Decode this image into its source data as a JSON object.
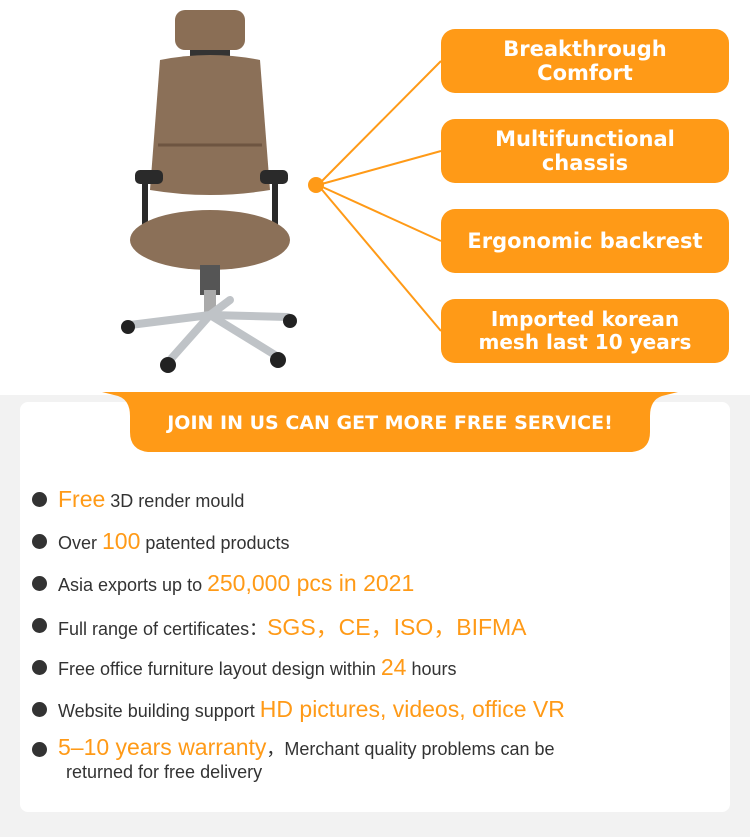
{
  "features": [
    "Breakthrough Comfort",
    "Multifunctional chassis",
    "Ergonomic backrest",
    "Imported korean mesh last 10 years"
  ],
  "banner": "JOIN IN US CAN GET MORE FREE SERVICE!",
  "items": [
    {
      "hi": "Free",
      "text": " 3D render mould"
    },
    {
      "pre": "Over ",
      "hi": "100",
      "text": " patented products"
    },
    {
      "pre": "Asia exports up to ",
      "hi": "250,000 pcs in 2021"
    },
    {
      "pre": "Full range of certificates：",
      "hi": "SGS，CE，ISO，BIFMA"
    },
    {
      "pre": "Free office furniture layout design within ",
      "hi": "24",
      "text": " hours"
    },
    {
      "pre": "Website building support ",
      "hi": "HD pictures, videos, office VR"
    },
    {
      "hi": "5–10 years warranty",
      "text": "，Merchant quality problems can be",
      "line2": "returned for free delivery"
    }
  ],
  "colors": {
    "accent": "#ff9a17",
    "text": "#333333",
    "page": "#f2f2f2"
  },
  "icons": [
    "bullet-dot-icon"
  ]
}
